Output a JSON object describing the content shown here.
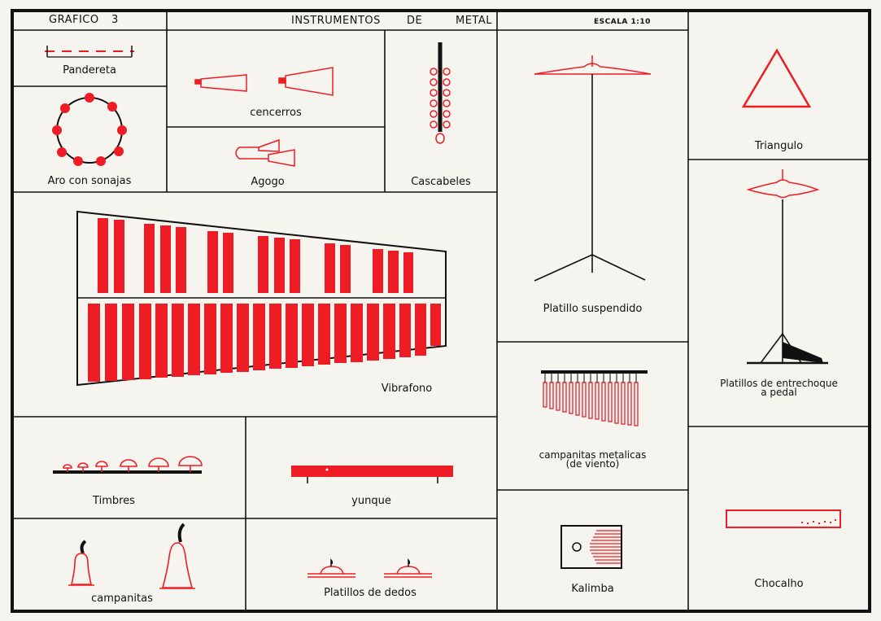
{
  "header": {
    "grafico_label": "GRAFICO",
    "grafico_number": "3",
    "title_1": "INSTRUMENTOS",
    "title_2": "DE",
    "title_3": "METAL",
    "scale": "ESCALA 1:10"
  },
  "instruments": {
    "pandereta": "Pandereta",
    "aro": "Aro con sonajas",
    "cencerros": "cencerros",
    "agogo": "Agogo",
    "cascabeles": "Cascabeles",
    "platillo_suspendido": "Platillo suspendido",
    "triangulo": "Triangulo",
    "platillos_pedal_1": "Platillos de entrechoque",
    "platillos_pedal_2": "a pedal",
    "vibrafono": "Vibrafono",
    "campanitas_metalicas_1": "campanitas metalicas",
    "campanitas_metalicas_2": "(de viento)",
    "timbres": "Timbres",
    "yunque": "yunque",
    "campanitas": "campanitas",
    "platillos_dedos": "Platillos de dedos",
    "kalimba": "Kalimba",
    "chocalho": "Chocalho"
  },
  "colors": {
    "ink": "#111111",
    "red": "#ee1c25",
    "paper": "#f6f4ee"
  }
}
